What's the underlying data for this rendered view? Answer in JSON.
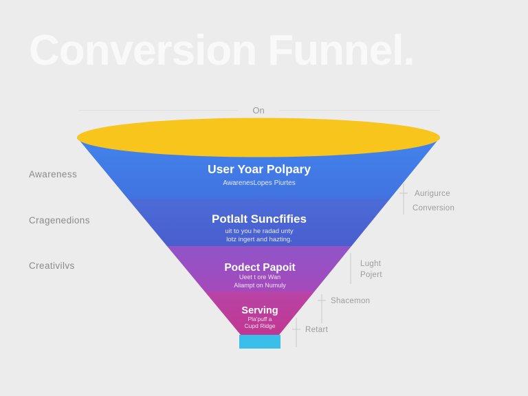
{
  "title": "Conversion Funnel.",
  "divider": {
    "label": "On"
  },
  "left_labels": [
    {
      "label": "Awareness"
    },
    {
      "label": "Cragenedions"
    },
    {
      "label": "Creativilvs"
    }
  ],
  "funnel": {
    "mouth_color": "#F7C51B",
    "spout_color": "#39BFE9",
    "stages": [
      {
        "title": "User Yoar Polpary",
        "subtitle1": "AwarenesLopes Piurtes",
        "subtitle2": "",
        "color_top": "#4489F0",
        "color_bottom": "#4173E0"
      },
      {
        "title": "Potlalt Suncfifies",
        "subtitle1": "uit to you he radad unty",
        "subtitle2": "lotz ingert and hazting.",
        "color_top": "#4B6CD8",
        "color_bottom": "#4A5ECE"
      },
      {
        "title": "Podect Papoit",
        "subtitle1": "Ueet t ore Wan",
        "subtitle2": "Aliampt on Numuly",
        "color_top": "#8F55C8",
        "color_bottom": "#A549BB"
      },
      {
        "title": "Serving",
        "subtitle1": "Pla'puff a",
        "subtitle2": "Cupd Ridge",
        "color_top": "#B844A6",
        "color_bottom": "#C23690"
      }
    ]
  },
  "right_annotations": {
    "audience": "Aurigurce",
    "conversion": "Conversion",
    "light_line1": "Lught",
    "light_line2": "Pojert",
    "shacemon": "Shacemon",
    "retart": "Retart"
  },
  "colors": {
    "background": "#ECECEC",
    "title_text": "#F9F9F9",
    "side_label_text": "#8A8A8A",
    "annotation_text": "#9C9C9C"
  }
}
